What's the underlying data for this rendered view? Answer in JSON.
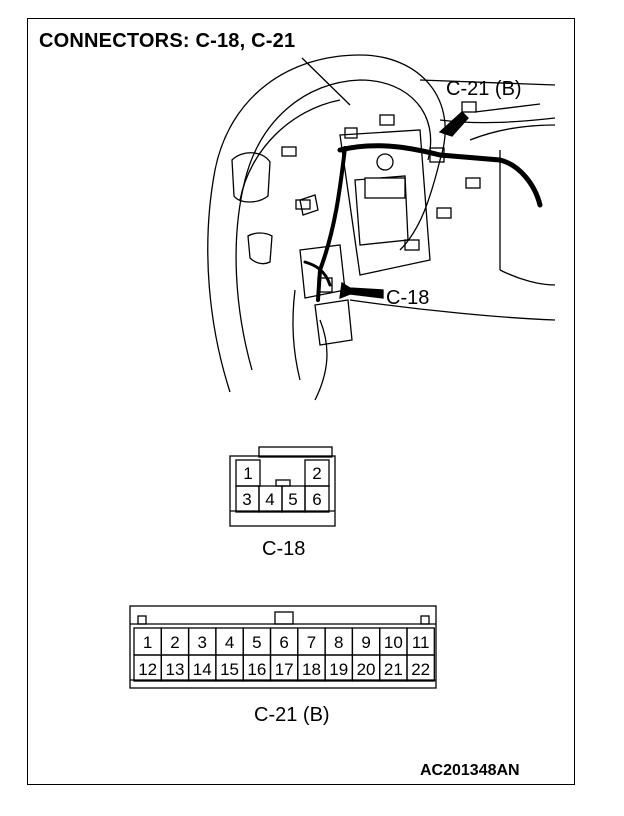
{
  "title": "CONNECTORS: C-18, C-21",
  "callouts": {
    "c21": "C-21 (B)",
    "c18": "C-18"
  },
  "connector_c18": {
    "caption": "C-18",
    "pins": [
      "1",
      "2",
      "3",
      "4",
      "5",
      "6"
    ]
  },
  "connector_c21": {
    "caption": "C-21 (B)",
    "pins_top": [
      "1",
      "2",
      "3",
      "4",
      "5",
      "6",
      "7",
      "8",
      "9",
      "10",
      "11"
    ],
    "pins_bottom": [
      "12",
      "13",
      "14",
      "15",
      "16",
      "17",
      "18",
      "19",
      "20",
      "21",
      "22"
    ]
  },
  "reference_code": "AC201348AN"
}
